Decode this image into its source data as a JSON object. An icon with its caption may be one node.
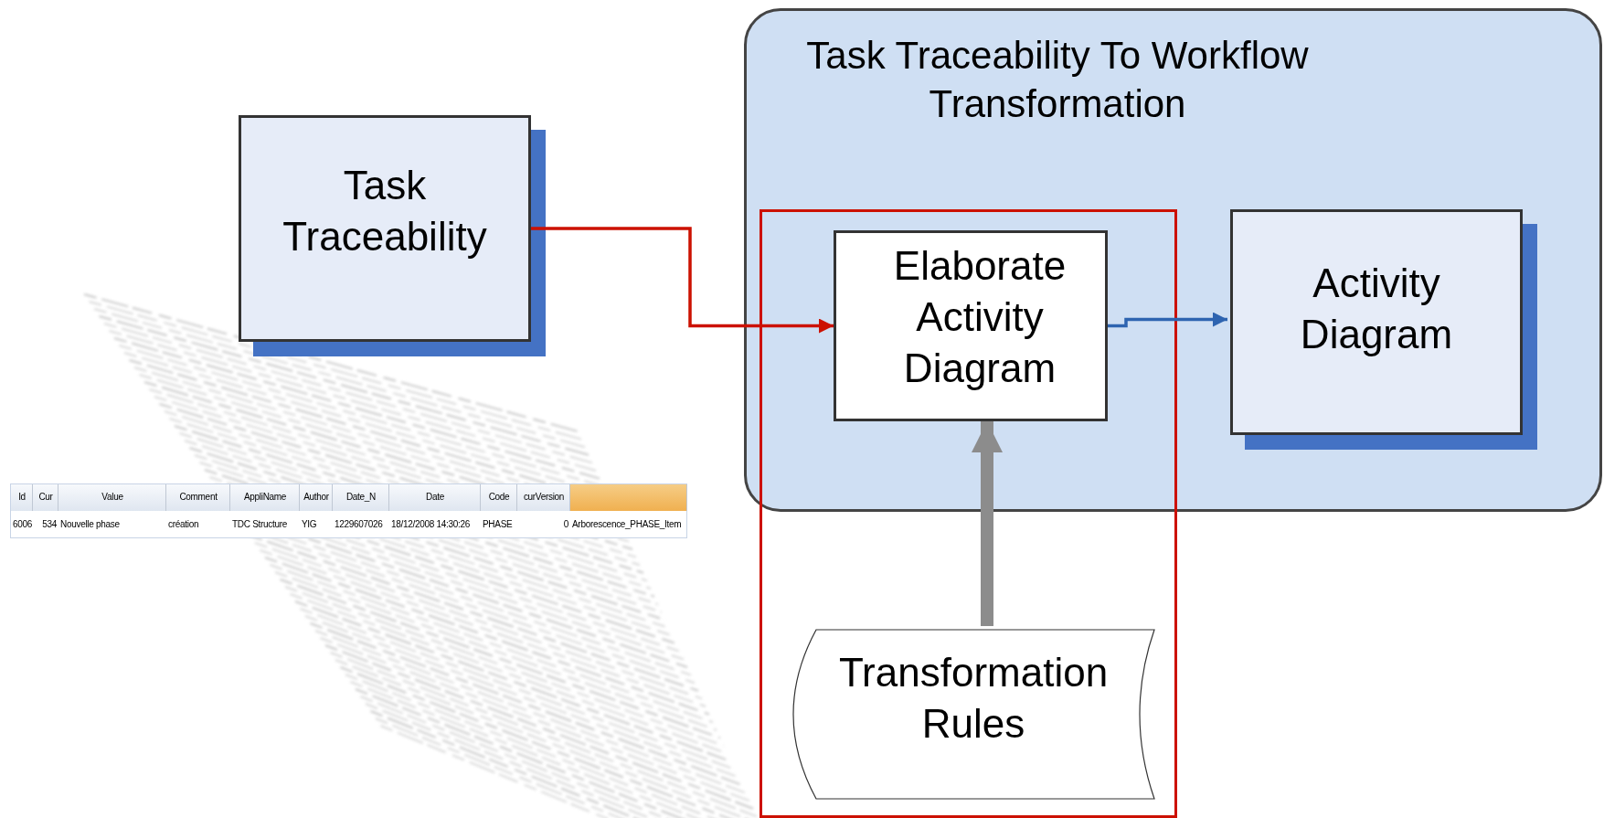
{
  "diagram": {
    "nodes": [
      {
        "text": [
          "Task Traceability"
        ]
      },
      {
        "text": [
          "Task Traceability To Workflow Transformation"
        ]
      },
      {
        "text": [],
        "shape": "box"
      },
      {
        "text": [
          "Elaborate Activity Diagram"
        ]
      },
      {
        "text": [
          "Activity Diagram"
        ],
        "in": 1
      },
      {
        "text": [
          "Transformation Rules"
        ],
        "in": 2
      }
    ],
    "edges": [
      {
        "from": 0,
        "to": 3,
        "arrow": "to",
        "color": "#cc1100"
      },
      {
        "from": 3,
        "to": 4,
        "arrow": "to",
        "color": "#2e64b0"
      },
      {
        "from": 5,
        "to": 3,
        "arrow": "to",
        "style": "thick",
        "color": "#8c8c8c"
      }
    ],
    "labels": [
      "Id",
      "Cur",
      "Value",
      "Comment",
      "AppliName",
      "Author",
      "Date_N",
      "Date",
      "Code",
      "curVersion",
      "6006",
      "534",
      "Nouvelle phase",
      "création",
      "TDC Structure",
      "YIG",
      "1229607026",
      "18/12/2008 14:30:26",
      "PHASE",
      "0",
      "Arborescence_PHASE_Item"
    ]
  }
}
